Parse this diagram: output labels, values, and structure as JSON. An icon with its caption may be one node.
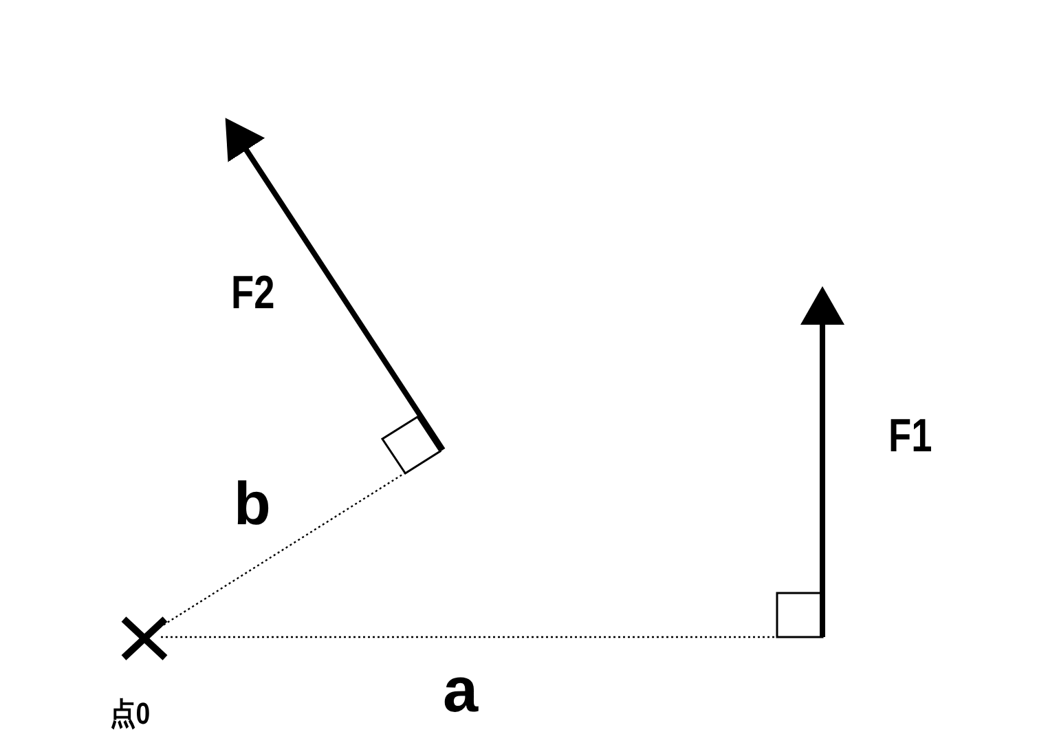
{
  "diagram": {
    "labels": [
      "F2",
      "F1",
      "b",
      "a",
      "点0"
    ]
  }
}
